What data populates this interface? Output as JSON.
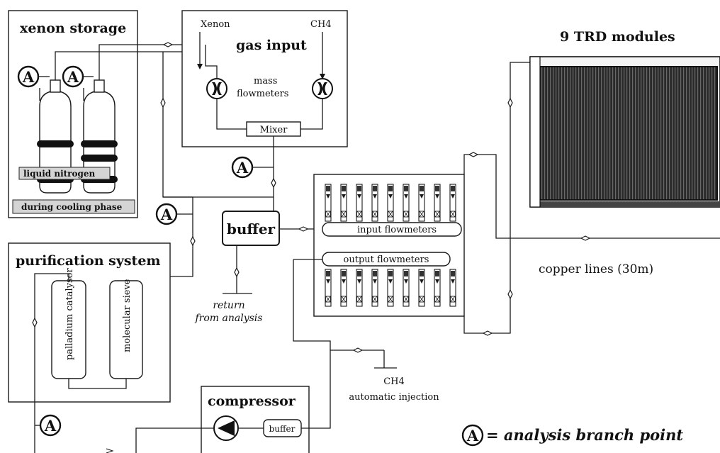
{
  "labels": {
    "xenon_storage": "xenon storage",
    "gas_input": "gas input",
    "xenon": "Xenon",
    "ch4_in": "CH4",
    "mass": "mass",
    "flowmeters": "flowmeters",
    "mixer": "Mixer",
    "trd": "9 TRD modules",
    "liquid_nitrogen": "liquid nitrogen",
    "cooling_phase": "during cooling phase",
    "purification": "purification system",
    "palladium": "palladium catalysor",
    "sieve": "molecular sieve",
    "buffer": "buffer",
    "return1": "return",
    "return2": "from analysis",
    "input_flowmeters": "input flowmeters",
    "output_flowmeters": "output flowmeters",
    "copper_lines": "copper lines (30m)",
    "ch4_injection": "CH4",
    "automatic_injection": "automatic injection",
    "compressor": "compressor",
    "comp_buffer": "buffer",
    "analysis_marker": "A",
    "legend_text": "= analysis branch point"
  },
  "colors": {
    "line": "#1a1a1a",
    "trd_fill": "#1e1e1e",
    "background": "#ffffff"
  },
  "icons": [
    "analysis-point-icon",
    "mass-flowmeter-icon",
    "pump-icon",
    "flow-arrow-icon",
    "gas-bottle-icon",
    "flowmeter-tube-icon"
  ]
}
